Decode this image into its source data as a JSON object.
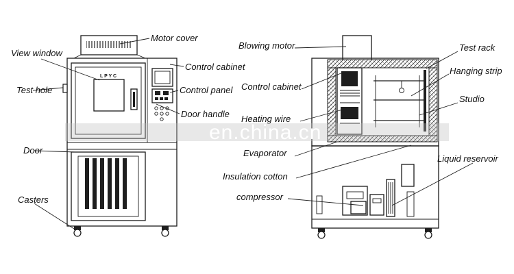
{
  "left_labels": {
    "motor_cover": "Motor cover",
    "view_window": "View window",
    "control_cabinet": "Control cabinet",
    "test_hole": "Test hole",
    "control_panel": "Control panel",
    "door_handle": "Door handle",
    "door": "Door",
    "casters": "Casters"
  },
  "right_labels": {
    "blowing_motor": "Blowing motor",
    "test_rack": "Test rack",
    "hanging_strip": "Hanging strip",
    "control_cabinet": "Control cabinet",
    "studio": "Studio",
    "heating_wire": "Heating wire",
    "evaporator": "Evaporator",
    "insulation_cotton": "Insulation cotton",
    "liquid_reservoir": "Liquid reservoir",
    "compressor": "compressor"
  },
  "window_marking": "L P Y C",
  "watermark": "en.china.cn"
}
